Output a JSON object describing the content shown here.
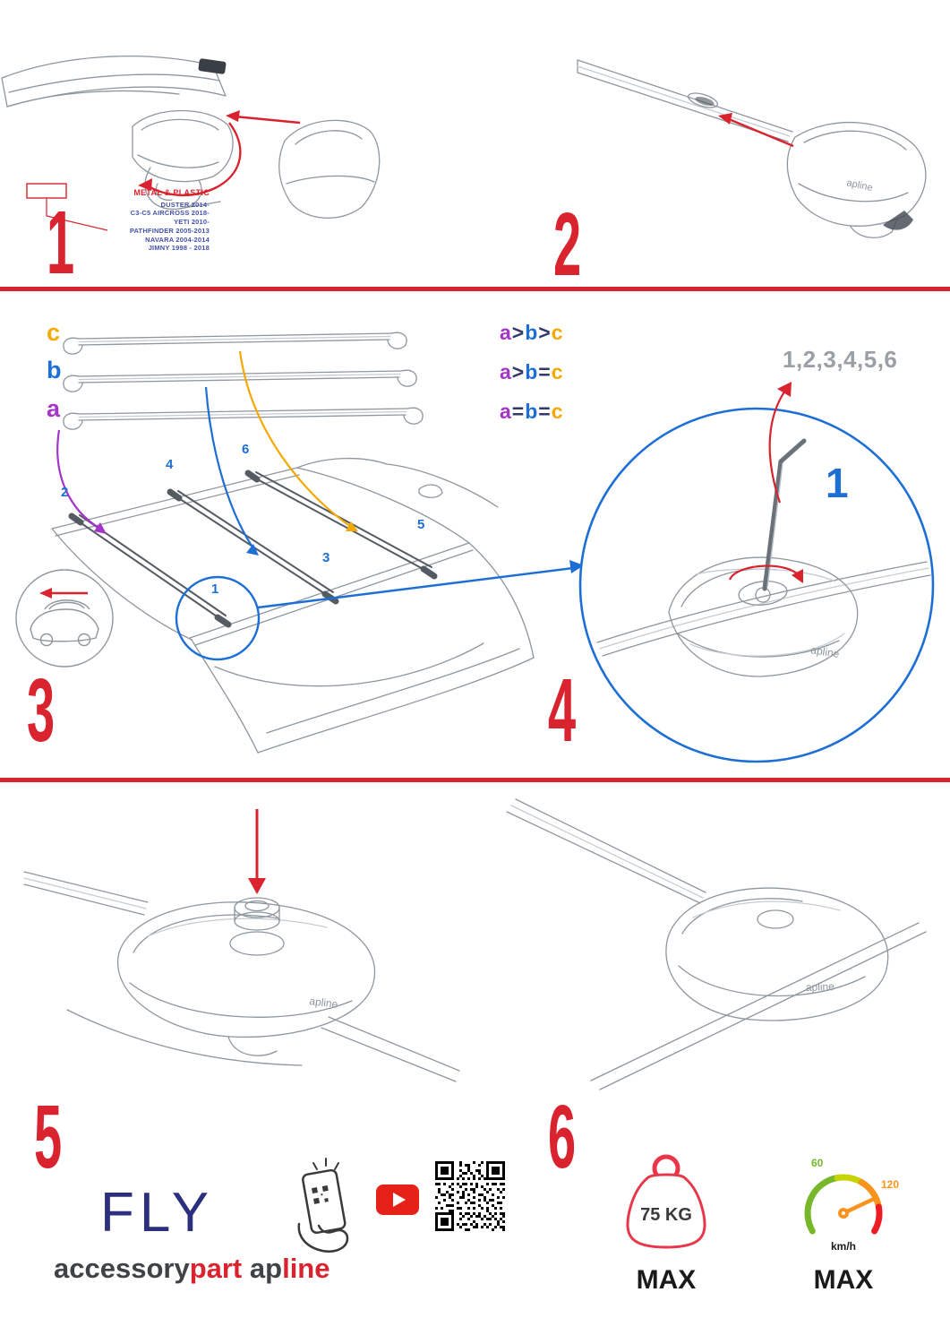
{
  "brand": "apline",
  "colors": {
    "accent_red": "#d9232e",
    "blue": "#1d6fd6",
    "purple": "#a435c8",
    "orange": "#f5a800",
    "navy": "#2b2f7e",
    "green": "#76b82a",
    "gauge_orange": "#f7941d"
  },
  "steps": {
    "s1": {
      "number": "1",
      "material": "METAL & PLASTIC",
      "models": [
        "DUSTER 2014-",
        "C3-C5 AIRCROSS 2018-",
        "YETI 2010-",
        "PATHFINDER 2005-2013",
        "NAVARA 2004-2014",
        "JIMNY 1998 - 2018"
      ]
    },
    "s2": {
      "number": "2"
    },
    "s3": {
      "number": "3",
      "bar_labels": [
        "c",
        "b",
        "a"
      ],
      "comparisons": [
        {
          "l": "a",
          "o1": ">",
          "m": "b",
          "o2": ">",
          "r": "c"
        },
        {
          "l": "a",
          "o1": ">",
          "m": "b",
          "o2": "=",
          "r": "c"
        },
        {
          "l": "a",
          "o1": "=",
          "m": "b",
          "o2": "=",
          "r": "c"
        }
      ],
      "positions": [
        "1",
        "2",
        "3",
        "4",
        "5",
        "6"
      ]
    },
    "s4": {
      "number": "4",
      "sequence": "1,2,3,4,5,6",
      "first": "1"
    },
    "s5": {
      "number": "5"
    },
    "s6": {
      "number": "6"
    }
  },
  "footer": {
    "model": "FLY",
    "brand_accessory": "accessory",
    "brand_part": "part",
    "brand_ap": "ap",
    "brand_line": "line",
    "weight": "75 KG",
    "weight_max": "MAX",
    "speed_low": "60",
    "speed_high": "120",
    "speed_unit": "km/h",
    "speed_max": "MAX"
  }
}
